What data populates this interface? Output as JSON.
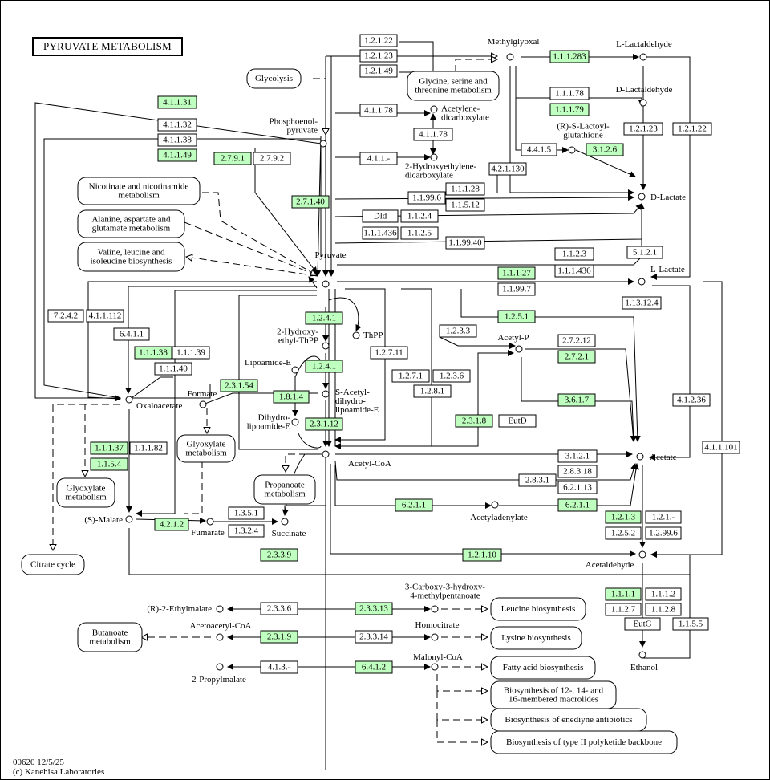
{
  "title": "PYRUVATE  METABOLISM",
  "footer": {
    "map_id": "00620 12/5/25",
    "copyright": "(c) Kanehisa Laboratories"
  },
  "colors": {
    "highlight": "#bfffbf",
    "line": "#000000",
    "background": "#ffffff"
  },
  "enzymes": [
    {
      "id": "e1",
      "label": "1.2.1.22",
      "hl": false
    },
    {
      "id": "e2",
      "label": "1.2.1.23",
      "hl": false
    },
    {
      "id": "e3",
      "label": "1.2.1.49",
      "hl": false
    },
    {
      "id": "e4",
      "label": "1.1.1.283",
      "hl": true
    },
    {
      "id": "e5",
      "label": "1.1.1.78",
      "hl": false
    },
    {
      "id": "e6",
      "label": "1.1.1.79",
      "hl": true
    },
    {
      "id": "e7",
      "label": "4.1.1.31",
      "hl": true
    },
    {
      "id": "e8",
      "label": "4.1.1.32",
      "hl": false
    },
    {
      "id": "e9",
      "label": "4.1.1.38",
      "hl": false
    },
    {
      "id": "e10",
      "label": "4.1.1.49",
      "hl": true
    },
    {
      "id": "e11",
      "label": "4.1.1.78",
      "hl": false
    },
    {
      "id": "e12",
      "label": "4.1.1.78",
      "hl": false
    },
    {
      "id": "e13",
      "label": "4.1.1.-",
      "hl": false
    },
    {
      "id": "e14",
      "label": "2.7.9.1",
      "hl": true
    },
    {
      "id": "e15",
      "label": "2.7.9.2",
      "hl": false
    },
    {
      "id": "e16",
      "label": "4.4.1.5",
      "hl": false
    },
    {
      "id": "e17",
      "label": "3.1.2.6",
      "hl": true
    },
    {
      "id": "e18",
      "label": "1.2.1.23",
      "hl": false
    },
    {
      "id": "e19",
      "label": "1.2.1.22",
      "hl": false
    },
    {
      "id": "e20",
      "label": "4.2.1.130",
      "hl": false
    },
    {
      "id": "e21",
      "label": "2.7.1.40",
      "hl": true
    },
    {
      "id": "e22",
      "label": "1.1.1.28",
      "hl": false
    },
    {
      "id": "e23",
      "label": "1.1.99.6",
      "hl": false
    },
    {
      "id": "e24",
      "label": "1.1.5.12",
      "hl": false
    },
    {
      "id": "e25",
      "label": "Dld",
      "hl": false
    },
    {
      "id": "e26",
      "label": "1.1.2.4",
      "hl": false
    },
    {
      "id": "e27",
      "label": "1.1.1.436",
      "hl": false
    },
    {
      "id": "e28",
      "label": "1.1.2.5",
      "hl": false
    },
    {
      "id": "e29",
      "label": "1.1.99.40",
      "hl": false
    },
    {
      "id": "e30",
      "label": "1.1.2.3",
      "hl": false
    },
    {
      "id": "e31",
      "label": "5.1.2.1",
      "hl": false
    },
    {
      "id": "e32",
      "label": "1.1.1.436",
      "hl": false
    },
    {
      "id": "e33",
      "label": "1.1.1.27",
      "hl": true
    },
    {
      "id": "e34",
      "label": "1.1.99.7",
      "hl": false
    },
    {
      "id": "e35",
      "label": "1.13.12.4",
      "hl": false
    },
    {
      "id": "e36",
      "label": "7.2.4.2",
      "hl": false
    },
    {
      "id": "e37",
      "label": "4.1.1.112",
      "hl": false
    },
    {
      "id": "e38",
      "label": "6.4.1.1",
      "hl": false
    },
    {
      "id": "e39",
      "label": "1.1.1.38",
      "hl": true
    },
    {
      "id": "e40",
      "label": "1.1.1.39",
      "hl": false
    },
    {
      "id": "e41",
      "label": "1.1.1.40",
      "hl": false
    },
    {
      "id": "e42",
      "label": "1.2.4.1",
      "hl": true
    },
    {
      "id": "e43",
      "label": "1.2.5.1",
      "hl": true
    },
    {
      "id": "e44",
      "label": "1.2.3.3",
      "hl": false
    },
    {
      "id": "e45",
      "label": "1.2.7.11",
      "hl": false
    },
    {
      "id": "e46",
      "label": "1.2.4.1",
      "hl": true
    },
    {
      "id": "e47",
      "label": "2.7.2.12",
      "hl": false
    },
    {
      "id": "e48",
      "label": "2.7.2.1",
      "hl": true
    },
    {
      "id": "e49",
      "label": "1.2.7.1",
      "hl": false
    },
    {
      "id": "e50",
      "label": "1.2.3.6",
      "hl": false
    },
    {
      "id": "e51",
      "label": "1.2.8.1",
      "hl": false
    },
    {
      "id": "e52",
      "label": "2.3.1.54",
      "hl": true
    },
    {
      "id": "e53",
      "label": "1.8.1.4",
      "hl": true
    },
    {
      "id": "e54",
      "label": "3.6.1.7",
      "hl": true
    },
    {
      "id": "e55",
      "label": "4.1.2.36",
      "hl": false
    },
    {
      "id": "e56",
      "label": "2.3.1.12",
      "hl": true
    },
    {
      "id": "e57",
      "label": "2.3.1.8",
      "hl": true
    },
    {
      "id": "e58",
      "label": "EutD",
      "hl": false
    },
    {
      "id": "e59",
      "label": "4.1.1.101",
      "hl": false
    },
    {
      "id": "e60",
      "label": "1.1.1.37",
      "hl": true
    },
    {
      "id": "e61",
      "label": "1.1.1.82",
      "hl": false
    },
    {
      "id": "e62",
      "label": "1.1.5.4",
      "hl": true
    },
    {
      "id": "e63",
      "label": "3.1.2.1",
      "hl": false
    },
    {
      "id": "e64",
      "label": "2.8.3.18",
      "hl": false
    },
    {
      "id": "e65",
      "label": "2.8.3.1",
      "hl": false
    },
    {
      "id": "e66",
      "label": "6.2.1.13",
      "hl": false
    },
    {
      "id": "e67",
      "label": "6.2.1.1",
      "hl": true
    },
    {
      "id": "e68",
      "label": "6.2.1.1",
      "hl": true
    },
    {
      "id": "e69",
      "label": "1.3.5.1",
      "hl": false
    },
    {
      "id": "e70",
      "label": "4.2.1.2",
      "hl": true
    },
    {
      "id": "e71",
      "label": "1.3.2.4",
      "hl": false
    },
    {
      "id": "e72",
      "label": "1.2.1.3",
      "hl": true
    },
    {
      "id": "e73",
      "label": "1.2.1.-",
      "hl": false
    },
    {
      "id": "e74",
      "label": "1.2.5.2",
      "hl": false
    },
    {
      "id": "e75",
      "label": "1.2.99.6",
      "hl": false
    },
    {
      "id": "e76",
      "label": "2.3.3.9",
      "hl": true
    },
    {
      "id": "e77",
      "label": "1.2.1.10",
      "hl": true
    },
    {
      "id": "e78",
      "label": "1.1.1.1",
      "hl": true
    },
    {
      "id": "e79",
      "label": "1.1.1.2",
      "hl": false
    },
    {
      "id": "e80",
      "label": "1.1.2.7",
      "hl": false
    },
    {
      "id": "e81",
      "label": "1.1.2.8",
      "hl": false
    },
    {
      "id": "e82",
      "label": "EutG",
      "hl": false
    },
    {
      "id": "e83",
      "label": "1.1.5.5",
      "hl": false
    },
    {
      "id": "e84",
      "label": "2.3.3.6",
      "hl": false
    },
    {
      "id": "e85",
      "label": "2.3.3.13",
      "hl": true
    },
    {
      "id": "e86",
      "label": "2.3.1.9",
      "hl": true
    },
    {
      "id": "e87",
      "label": "2.3.3.14",
      "hl": false
    },
    {
      "id": "e88",
      "label": "4.1.3.-",
      "hl": false
    },
    {
      "id": "e89",
      "label": "6.4.1.2",
      "hl": true
    }
  ],
  "compounds": [
    {
      "id": "c_methylglyoxal",
      "label": "Methylglyoxal"
    },
    {
      "id": "c_llactaldehyde",
      "label": "L-Lactaldehyde"
    },
    {
      "id": "c_dlactaldehyde",
      "label": "D-Lactaldehyde"
    },
    {
      "id": "c_acetylenedicarboxylate",
      "label": "Acetylene-\ndicarboxylate"
    },
    {
      "id": "c_pep",
      "label": "Phosphoenol-\npyruvate"
    },
    {
      "id": "c_hydroxyethylene",
      "label": "2-Hydroxyethylene-\ndicarboxylate"
    },
    {
      "id": "c_lactoylglutathione",
      "label": "(R)-S-Lactoyl-\nglutathione"
    },
    {
      "id": "c_dlactate",
      "label": "D-Lactate"
    },
    {
      "id": "c_pyruvate",
      "label": "Pyruvate"
    },
    {
      "id": "c_llactate",
      "label": "L-Lactate"
    },
    {
      "id": "c_hydroxyethylthpp",
      "label": "2-Hydroxy-\nethyl-ThPP"
    },
    {
      "id": "c_thpp",
      "label": "ThPP"
    },
    {
      "id": "c_acetylp",
      "label": "Acetyl-P"
    },
    {
      "id": "c_lipoamide",
      "label": "Lipoamide-E"
    },
    {
      "id": "c_formate",
      "label": "Formate"
    },
    {
      "id": "c_sacetyl",
      "label": "S-Acetyl-\ndihydro-\nlipoamide-E"
    },
    {
      "id": "c_oxaloacetate",
      "label": "Oxaloacetate"
    },
    {
      "id": "c_dihydrolipoamide",
      "label": "Dihydro-\nlipoamide-E"
    },
    {
      "id": "c_acetylcoa",
      "label": "Acetyl-CoA"
    },
    {
      "id": "c_acetate",
      "label": "Acetate"
    },
    {
      "id": "c_acetyladenylate",
      "label": "Acetyladenylate"
    },
    {
      "id": "c_smalate",
      "label": "(S)-Malate"
    },
    {
      "id": "c_fumarate",
      "label": "Fumarate"
    },
    {
      "id": "c_succinate",
      "label": "Succinate"
    },
    {
      "id": "c_acetaldehyde",
      "label": "Acetaldehyde"
    },
    {
      "id": "c_carboxyhydroxy",
      "label": "3-Carboxy-3-hydroxy-\n4-methylpentanoate"
    },
    {
      "id": "c_ethylmalate",
      "label": "(R)-2-Ethylmalate"
    },
    {
      "id": "c_acetoacetylcoa",
      "label": "Acetoacetyl-CoA"
    },
    {
      "id": "c_homocitrate",
      "label": "Homocitrate"
    },
    {
      "id": "c_ethanol",
      "label": "Ethanol"
    },
    {
      "id": "c_malonylcoa",
      "label": "Malonyl-CoA"
    },
    {
      "id": "c_propylmalate",
      "label": "2-Propylmalate"
    }
  ],
  "maps": [
    {
      "id": "m_glycolysis",
      "label": "Glycolysis"
    },
    {
      "id": "m_glycine",
      "label": "Glycine, serine and\nthreonine metabolism"
    },
    {
      "id": "m_nicotinate",
      "label": "Nicotinate and nicotinamide\nmetabolism"
    },
    {
      "id": "m_alanine",
      "label": "Alanine, aspartate and\nglutamate metabolism"
    },
    {
      "id": "m_valine",
      "label": "Valine, leucine and\nisoleucine biosynthesis"
    },
    {
      "id": "m_glyoxylate1",
      "label": "Glyoxylate\nmetabolism"
    },
    {
      "id": "m_glyoxylate2",
      "label": "Glyoxylate\nmetabolism"
    },
    {
      "id": "m_propanoate",
      "label": "Propanoate\nmetabolism"
    },
    {
      "id": "m_citrate",
      "label": "Citrate cycle"
    },
    {
      "id": "m_leucine",
      "label": "Leucine biosynthesis"
    },
    {
      "id": "m_butanoate",
      "label": "Butanoate\nmetabolism"
    },
    {
      "id": "m_lysine",
      "label": "Lysine biosynthesis"
    },
    {
      "id": "m_fatty",
      "label": "Fatty acid biosynthesis"
    },
    {
      "id": "m_macrolides",
      "label": "Biosynthesis of 12-, 14- and\n16-membered macrolides"
    },
    {
      "id": "m_enediyne",
      "label": "Biosynthesis of enediyne antibiotics"
    },
    {
      "id": "m_polyketide",
      "label": "Biosynthesis of type II polyketide backbone"
    }
  ]
}
